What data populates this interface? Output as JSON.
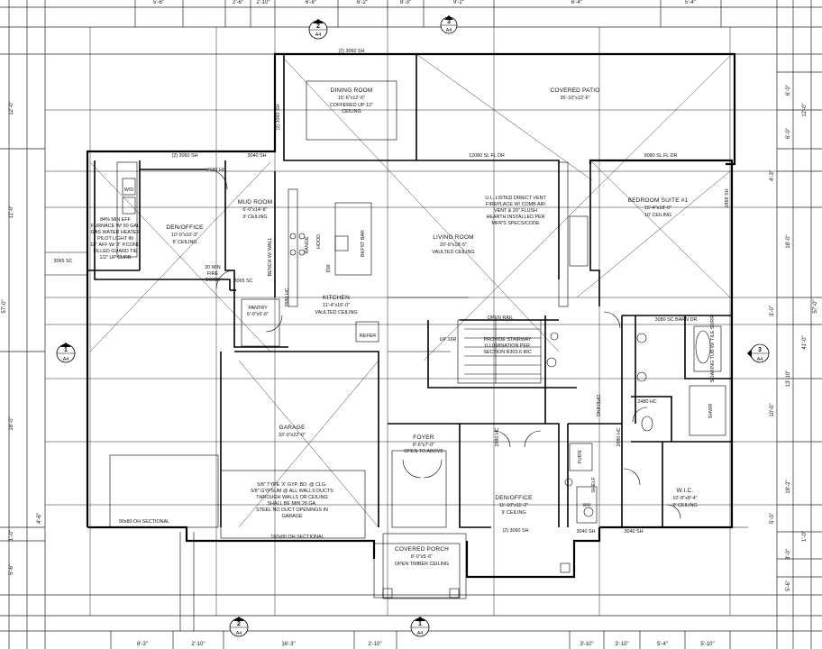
{
  "rooms": {
    "dining": {
      "name": "DINING ROOM",
      "size": "15'-6\"x12'-6\"",
      "note1": "COFFERED UP 12\"",
      "note2": "CEILING"
    },
    "patio": {
      "name": "COVERED PATIO",
      "size": "35'-10\"x12'-6\""
    },
    "living": {
      "name": "LIVING ROOM",
      "size": "20'-0\"x18'-5\"",
      "note1": "VAULTED CEILING"
    },
    "bedroom": {
      "name": "BEDROOM SUITE #1",
      "size": "15'-4\"x18'-0\"",
      "note1": "10' CEILING"
    },
    "mud": {
      "name": "MUD ROOM",
      "size": "6'-0\"x14'-8\"",
      "note1": "9' CEILING"
    },
    "den_top": {
      "name": "DEN/OFFICE",
      "size": "10'-0\"x10'-3\"",
      "note1": "9' CEILING"
    },
    "pantry": {
      "name": "PANTRY",
      "size": "6'-0\"x5'-6\""
    },
    "kitchen": {
      "name": "KITCHEN",
      "size": "11'-4\"x16'-0\"",
      "note1": "VAULTED CEILING"
    },
    "garage": {
      "name": "GARAGE",
      "size": "33'-0\"x22'-0\""
    },
    "foyer": {
      "name": "FOYER",
      "size": "8'-6\"x7'-0\"",
      "note1": "OPEN TO ABOVE"
    },
    "den_bottom": {
      "name": "DEN/OFFICE",
      "size": "11'-10\"x11'-2\"",
      "note1": "9' CEILING"
    },
    "wic": {
      "name": "W.I.C.",
      "size": "10'-8\"x8'-4\"",
      "note1": "9' CEILING"
    },
    "porch": {
      "name": "COVERED PORCH",
      "size": "8'-0\"x5'-6\"",
      "note1": "OPEN TIMBER CEILING"
    }
  },
  "notes": {
    "fireplace": [
      "U.L. LISTED DIRECT VENT",
      "FIREPLACE W/ COMB AIR",
      "VENT & 20\" FLUSH",
      "HEARTH INSTALLED PER",
      "MFR'S SPECS/CODE"
    ],
    "furnace": [
      "84% MIN EFF",
      "FURNACE W/ 50 GAL",
      "GAS WATER HEATER",
      "PILOT LIGHT IN",
      "18\" AFF W/ 3\" P.CONC",
      "FILLED GUARD TIE",
      "1/2\" UP CURB"
    ],
    "garage_fire": [
      "5/8\" TYPE 'X' GYP. BD. @ CLG.",
      "5/8\" GYPSUM @ ALL WALLS DUCTS",
      "THROUGH WALLS OR CEILING",
      "SHALL BE MIN 26 GA.",
      "STEEL NO DUCT OPENINGS IN",
      "GARAGE"
    ],
    "stair": [
      "PROVIDE STAIRWAY",
      "ILLUMINATION PER",
      "SECTION R303.6 IRC"
    ],
    "fire_door": [
      "20 MIN",
      "FIRE",
      "DOOR"
    ],
    "open_rail": "OPEN RAIL",
    "up_risers": "UP 16R",
    "open_below": "OPENING",
    "bench": "BENCH W/ WALL",
    "wd": "W/D",
    "range": "RANGE",
    "dw": "DW",
    "refer": "REFER",
    "tub": "SOAKING TUB W/ TILE SURR",
    "shwr": "SHWR",
    "furn": "FURN",
    "wh": "WH",
    "hood": "HOOD",
    "bkfst": "BKFST BAR"
  },
  "labels": {
    "win_2_3060": "(2) 3060 SH",
    "win_2_3060_b": "(2) 3060 SH",
    "win_2_3060_c": "(2) 3060 SH",
    "win_2_3060_d": "(2) 3060 SH",
    "door_12080": "12080 SL FL DR",
    "door_9080": "9080 SL FL DR",
    "win_3040": "3040 SH",
    "win_3040_b": "3040 SH",
    "win_3040_c": "3040 SH",
    "door_2880": "2880 HC",
    "door_2880_b": "2880 HC",
    "door_2680": "2680 HC",
    "win_3065": "3065 SC",
    "win_3065_b": "3065 SC",
    "door_3080_barn": "3080 SC BARN DR",
    "gar_door_l": "90x80 OH SECTIONAL",
    "gar_door_r": "160x80 OH SECTIONAL",
    "shelf": "SHELF",
    "win_2868": "2868 SH",
    "door_2680_b": "2680 HC",
    "door_2480": "2480 HC"
  },
  "dims_top": [
    "5'-6\"",
    "2'-6\"",
    "2'-10\"",
    "6'-8\"",
    "6'-2\"",
    "8'-3\"",
    "9'-2\"",
    "6'-4\"",
    "5'-4\""
  ],
  "dims_bottom": [
    "8'-3\"",
    "2'-10\"",
    "16'-3\"",
    "2'-10\"",
    "3'-10\"",
    "3'-10\"",
    "5'-4\"",
    "5'-10\""
  ],
  "dims_left": [
    "12'-0\"",
    "11'-0\"",
    "57'-0\"",
    "18'-0\"",
    "4'-6\"",
    "1'-0\"",
    "5'-6\""
  ],
  "dims_right": [
    "6'-0\"",
    "12'-0\"",
    "6'-0\"",
    "4'-3\"",
    "18'-0\"",
    "57'-0\"",
    "3'-0\"",
    "41'-0\"",
    "13'-10\"",
    "10'-0\"",
    "18'-2\"",
    "5'-0\"",
    "1'-0\"",
    "3'-0\"",
    "5'-6\""
  ],
  "bubbles": [
    {
      "num": "2",
      "sheet": "A4"
    },
    {
      "num": "3",
      "sheet": "A4"
    },
    {
      "num": "3",
      "sheet": "A4"
    },
    {
      "num": "2",
      "sheet": "A4"
    },
    {
      "num": "1",
      "sheet": "A4"
    },
    {
      "num": "1",
      "sheet": "A4"
    }
  ]
}
